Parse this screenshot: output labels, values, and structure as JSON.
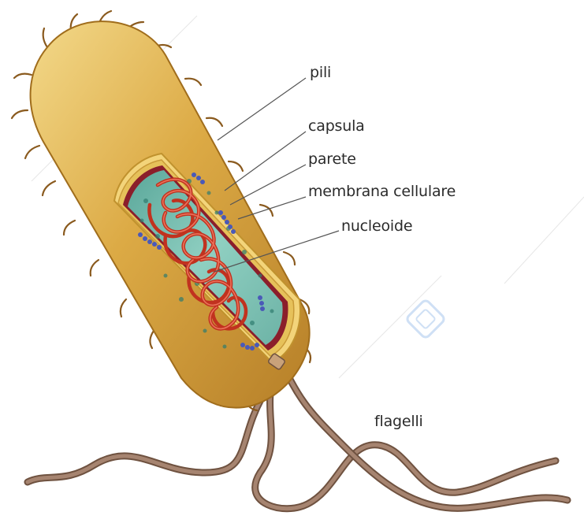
{
  "diagram": {
    "labels": {
      "pili": "pili",
      "capsula": "capsula",
      "parete": "parete",
      "membrana": "membrana cellulare",
      "nucleoide": "nucleoide",
      "flagelli": "flagelli"
    },
    "colors": {
      "capsule": "#d9a83e",
      "capsule_light": "#f2d57a",
      "capsule_dark": "#b07a22",
      "pili": "#8a5a1e",
      "wall": "#e7c35a",
      "membrane": "#8b1e2b",
      "cytoplasm": "#7fc1b4",
      "nucleoid": "#d9412e",
      "plasmid": "#4a59b8",
      "flagella": "#8a6a52",
      "leader_line": "#555555"
    }
  }
}
